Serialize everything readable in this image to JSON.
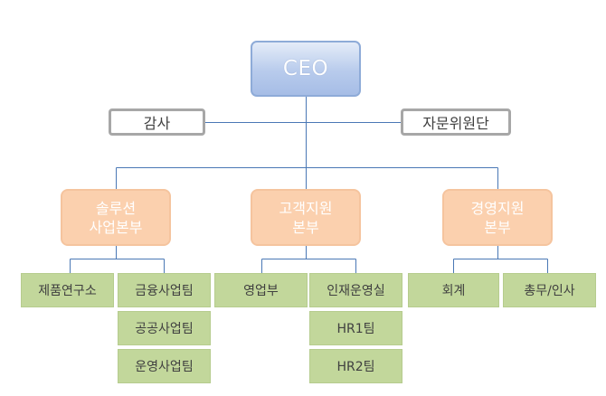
{
  "ceo": {
    "label": "CEO"
  },
  "staff": {
    "audit": "감사",
    "advisory": "자문위원단"
  },
  "divisions": [
    {
      "label": "솔루션\n사업본부",
      "teams": [
        {
          "label": "제품연구소",
          "children": []
        },
        {
          "label": "금융사업팀",
          "children": [
            "공공사업팀",
            "운영사업팀"
          ]
        }
      ]
    },
    {
      "label": "고객지원\n본부",
      "teams": [
        {
          "label": "영업부",
          "children": []
        },
        {
          "label": "인재운영실",
          "children": [
            "HR1팀",
            "HR2팀"
          ]
        }
      ]
    },
    {
      "label": "경영지원\n본부",
      "teams": [
        {
          "label": "회계",
          "children": []
        },
        {
          "label": "총무/인사",
          "children": []
        }
      ]
    }
  ],
  "colors": {
    "connector": "#4a78b5",
    "ceo_border": "#8eabd8",
    "division_fill": "#fbd0ae",
    "team_fill": "#c2d79b",
    "staff_border": "#a7a7a7"
  }
}
